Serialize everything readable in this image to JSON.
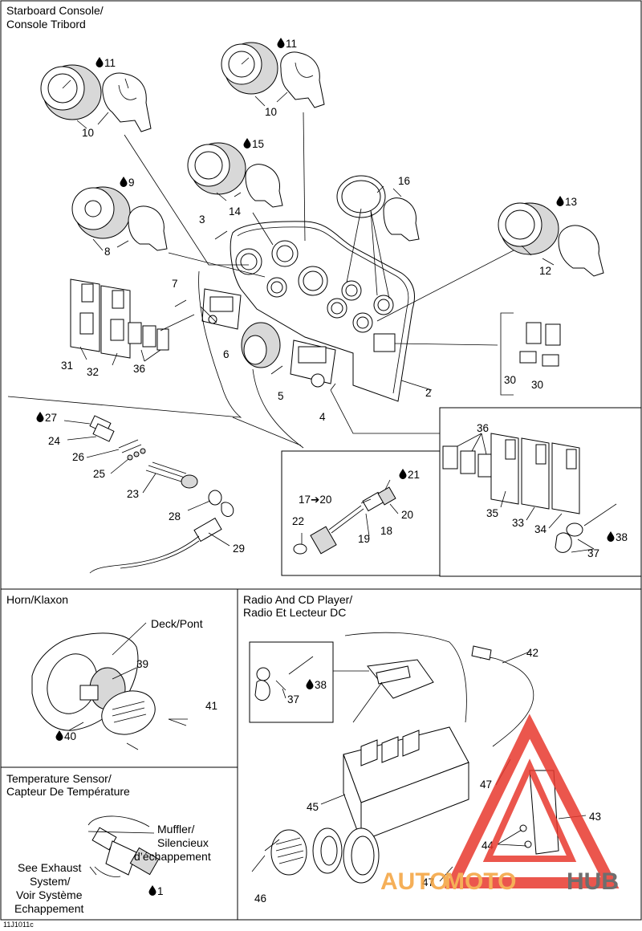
{
  "sections": {
    "starboard_console": [
      "Starboard Console/",
      "Console Tribord"
    ],
    "horn": [
      "Horn/Klaxon"
    ],
    "radio": [
      "Radio And CD Player/",
      "Radio Et Lecteur DC"
    ],
    "temperature": [
      "Temperature Sensor/",
      "Capteur De Température"
    ]
  },
  "callouts": {
    "deck": "Deck/Pont",
    "muffler": [
      "Muffler/",
      "Silencieux",
      "d’échappement"
    ],
    "exhaust": [
      "See Exhaust",
      "System/",
      "Voir Système",
      "Echappement"
    ]
  },
  "figure_code": "11J1011c",
  "watermark": {
    "text_a": "AUTO",
    "text_b": "MOTO",
    "text_c": "HUB",
    "color_red": "#e8392e",
    "color_orange": "#f4a23c",
    "color_dark": "#555555"
  },
  "parts": [
    {
      "id": "p11a",
      "text": "11",
      "drop": true
    },
    {
      "id": "p10a",
      "text": "10"
    },
    {
      "id": "p11b",
      "text": "11",
      "drop": true
    },
    {
      "id": "p10b",
      "text": "10"
    },
    {
      "id": "p15",
      "text": "15",
      "drop": true
    },
    {
      "id": "p14",
      "text": "14"
    },
    {
      "id": "p9",
      "text": "9",
      "drop": true
    },
    {
      "id": "p8",
      "text": "8"
    },
    {
      "id": "p3",
      "text": "3"
    },
    {
      "id": "p16",
      "text": "16"
    },
    {
      "id": "p13",
      "text": "13",
      "drop": true
    },
    {
      "id": "p12",
      "text": "12"
    },
    {
      "id": "p7",
      "text": "7"
    },
    {
      "id": "p6",
      "text": "6"
    },
    {
      "id": "p5",
      "text": "5"
    },
    {
      "id": "p4",
      "text": "4"
    },
    {
      "id": "p2",
      "text": "2"
    },
    {
      "id": "p31",
      "text": "31"
    },
    {
      "id": "p32",
      "text": "32"
    },
    {
      "id": "p36a",
      "text": "36"
    },
    {
      "id": "p30a",
      "text": "30"
    },
    {
      "id": "p30b",
      "text": "30"
    },
    {
      "id": "p27",
      "text": "27",
      "drop": true
    },
    {
      "id": "p24",
      "text": "24"
    },
    {
      "id": "p26",
      "text": "26"
    },
    {
      "id": "p25",
      "text": "25"
    },
    {
      "id": "p23",
      "text": "23"
    },
    {
      "id": "p28",
      "text": "28"
    },
    {
      "id": "p29",
      "text": "29"
    },
    {
      "id": "p21",
      "text": "21",
      "drop": true
    },
    {
      "id": "p1720",
      "text": "17➔20"
    },
    {
      "id": "p20",
      "text": "20"
    },
    {
      "id": "p22",
      "text": "22"
    },
    {
      "id": "p19",
      "text": "19"
    },
    {
      "id": "p18",
      "text": "18"
    },
    {
      "id": "p36b",
      "text": "36"
    },
    {
      "id": "p35",
      "text": "35"
    },
    {
      "id": "p33",
      "text": "33"
    },
    {
      "id": "p34",
      "text": "34"
    },
    {
      "id": "p38a",
      "text": "38",
      "drop": true
    },
    {
      "id": "p37a",
      "text": "37"
    },
    {
      "id": "p39",
      "text": "39"
    },
    {
      "id": "p41",
      "text": "41"
    },
    {
      "id": "p40",
      "text": "40",
      "drop": true
    },
    {
      "id": "p42",
      "text": "42"
    },
    {
      "id": "p38b",
      "text": "38",
      "drop": true
    },
    {
      "id": "p37b",
      "text": "37"
    },
    {
      "id": "p47a",
      "text": "47"
    },
    {
      "id": "p45",
      "text": "45"
    },
    {
      "id": "p43",
      "text": "43"
    },
    {
      "id": "p44",
      "text": "44"
    },
    {
      "id": "p46",
      "text": "46"
    },
    {
      "id": "p47b",
      "text": "47"
    },
    {
      "id": "p1",
      "text": "1",
      "drop": true
    }
  ]
}
